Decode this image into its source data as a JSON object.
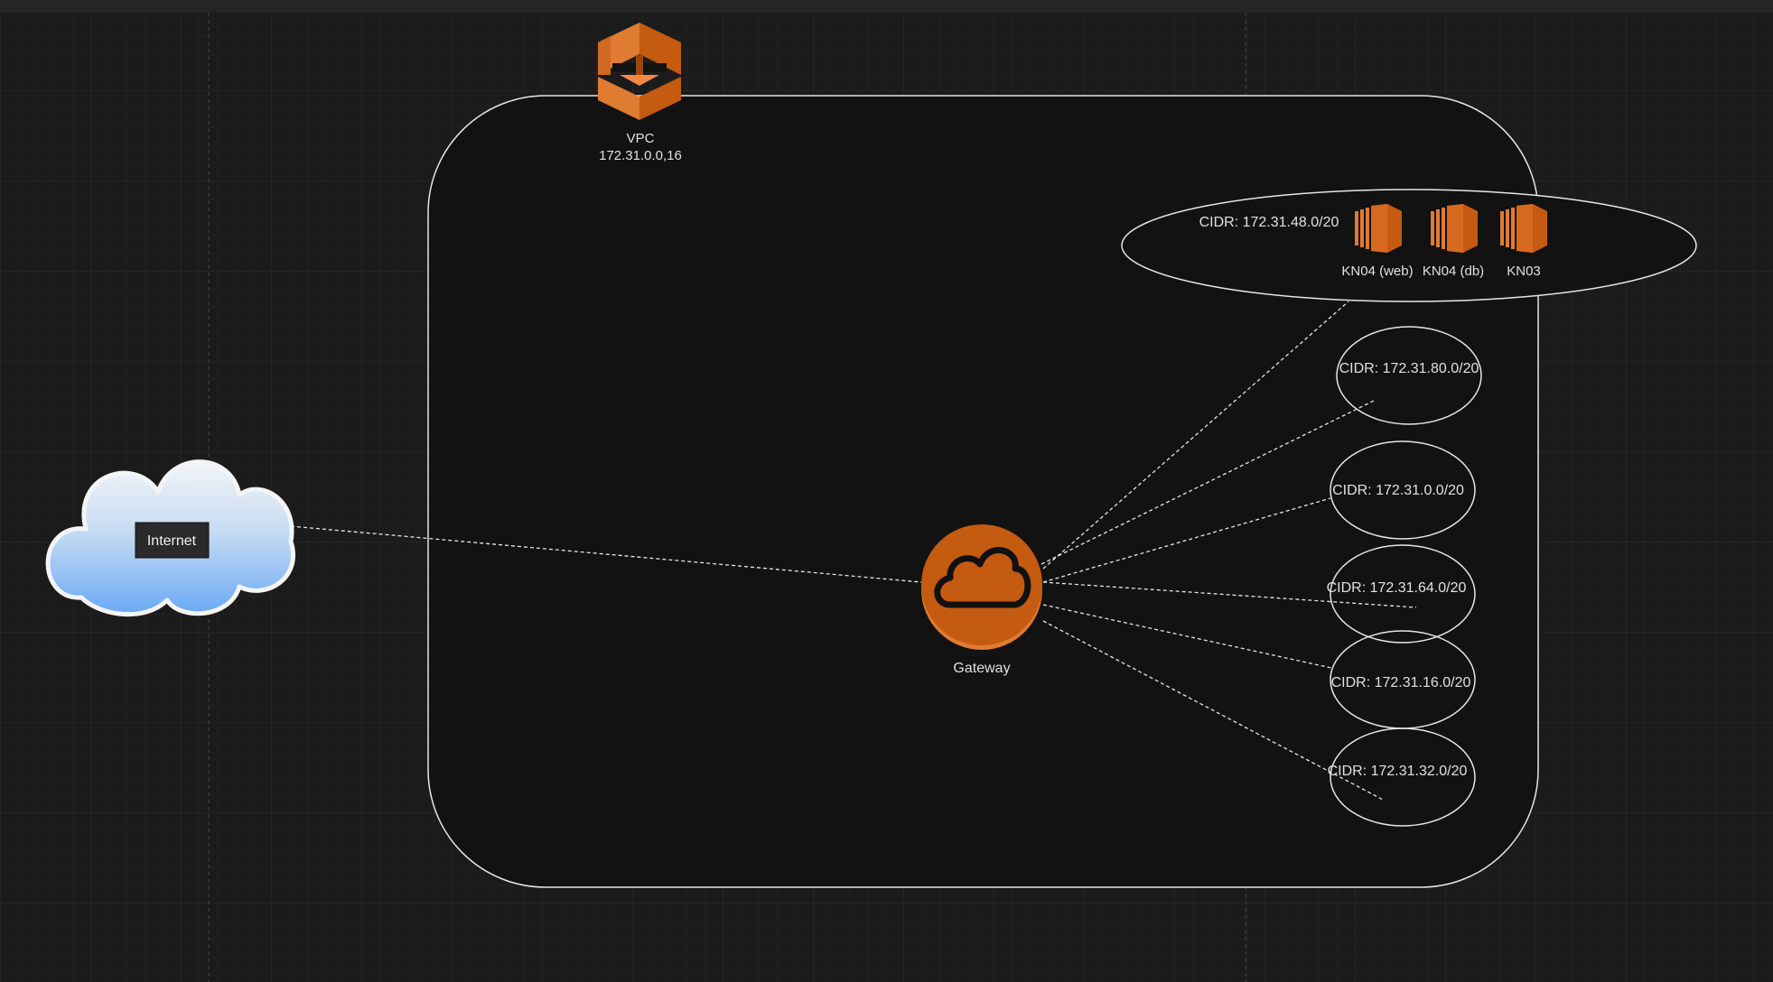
{
  "diagram": {
    "vpc": {
      "icon": "aws-vpc-icon",
      "label_line1": "VPC",
      "label_line2": "172.31.0.0,16"
    },
    "internet": {
      "icon": "cloud-icon",
      "label": "Internet"
    },
    "gateway": {
      "icon": "internet-gateway-icon",
      "label": "Gateway",
      "color": "#c55a11"
    },
    "subnets": [
      {
        "cidr": "CIDR: 172.31.48.0/20"
      },
      {
        "cidr": "CIDR: 172.31.80.0/20"
      },
      {
        "cidr": "CIDR: 172.31.0.0/20"
      },
      {
        "cidr": "CIDR: 172.31.64.0/20"
      },
      {
        "cidr": "CIDR: 172.31.16.0/20"
      },
      {
        "cidr": "CIDR: 172.31.32.0/20"
      }
    ],
    "instances": [
      {
        "label": "KN04 (web)",
        "icon": "ec2-instance-icon"
      },
      {
        "label": "KN04 (db)",
        "icon": "ec2-instance-icon"
      },
      {
        "label": "KN03",
        "icon": "ec2-instance-icon"
      }
    ],
    "colors": {
      "aws_orange": "#c55a11",
      "aws_orange_light": "#e07b32",
      "line": "#e8e8e8",
      "canvas": "#1b1b1c"
    }
  }
}
